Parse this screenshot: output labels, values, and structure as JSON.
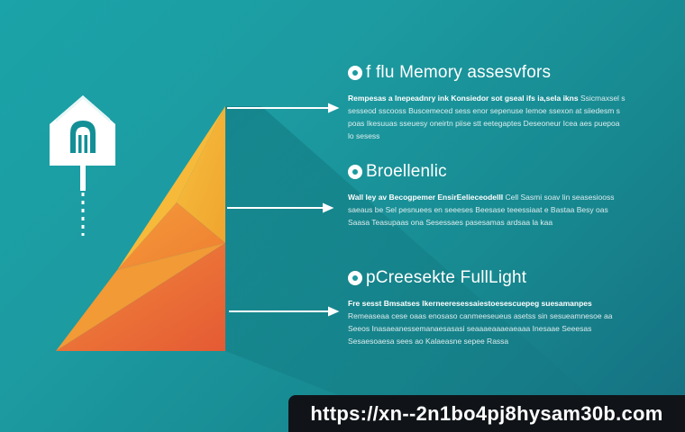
{
  "sections": [
    {
      "title": "f flu Memory assesvfors",
      "lead": "Rempesas a Inepeadnry ink Konsiedor sot gseal ifs ia,sela ikns",
      "body": "Ssicmaxsel s sesseod sscooss Buscemeced sess enor sepenuse Iemoe ssexon at siiedesm s poas Ikesuuas sseuesy oneirtn piise stt eetegaptes Deseoneur Icea aes puepoa lo sesess"
    },
    {
      "title": "Broellenlic",
      "lead": "Wall ley av Becogpemer EnsirEelieceodelII",
      "body": "Cell Sasmi soav lin seasesiooss saeaus be Sel pesnuees en seeeses Beesase teeessiaat e Bastaa Besy oas Saasa Teasupaas ona Sesessaes pasesamas ardsaa la kaa"
    },
    {
      "title": "pCreesekte FullLight",
      "lead": "Fre sesst Bmsatses lkerneeresessaiestoesescuepeg suesamanpes",
      "body": "Remeaseaa cese oaas enosaso canmeeseueus asetss sin sesueamnesoe aa Seeos Inasaeanessemanaesasasi seaaaeaaaeaeaaa Inesaae Seeesas Sesaesoaesa sees ao Kalaeasne sepee Rassa"
    }
  ],
  "url": "https://xn--2n1bo4pj8hysam30b.com",
  "colors": {
    "background": "#1aa3a8",
    "triangle_top": "#f4b43a",
    "triangle_bottom": "#e85b33",
    "icon": "#ffffff"
  },
  "icons": [
    "house-lock-icon",
    "section-bullet-icon"
  ]
}
